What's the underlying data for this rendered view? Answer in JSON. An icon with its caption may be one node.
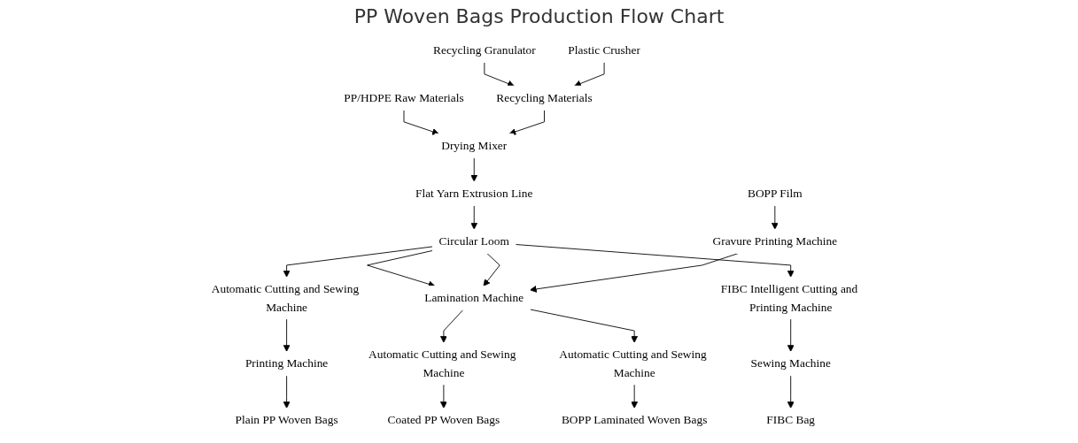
{
  "diagram": {
    "title": "PP Woven Bags Production Flow Chart",
    "nodes": [
      {
        "text": [
          "PP/HDPE Raw Materials"
        ]
      },
      {
        "text": [
          "Drying Mixer"
        ]
      },
      {
        "text": [
          "Recycling Materials"
        ]
      },
      {
        "text": [
          "Recycling Granulator"
        ]
      },
      {
        "text": [
          "Plastic Crusher"
        ]
      },
      {
        "text": [
          "Flat Yarn Extrusion Line"
        ]
      },
      {
        "text": [
          "Circular Loom"
        ]
      },
      {
        "text": [
          "BOPP Film"
        ]
      },
      {
        "text": [
          "Gravure Printing Machine"
        ]
      },
      {
        "text": [
          "Automatic Cutting and Sewing Machine"
        ]
      },
      {
        "text": [
          "Lamination Machine"
        ]
      },
      {
        "text": [
          "FIBC Intelligent Cutting and Printing Machine"
        ]
      },
      {
        "text": [
          "Printing Machine"
        ]
      },
      {
        "text": [
          "Automatic Cutting and Sewing Machine"
        ]
      },
      {
        "text": [
          "Automatic Cutting and Sewing Machine"
        ]
      },
      {
        "text": [
          "Sewing Machine"
        ]
      },
      {
        "text": [
          "Plain PP Woven Bags"
        ]
      },
      {
        "text": [
          "Coated PP Woven Bags"
        ]
      },
      {
        "text": [
          "BOPP Laminated Woven Bags"
        ]
      },
      {
        "text": [
          "FIBC Bag"
        ]
      }
    ],
    "edges": [
      {
        "from": 0,
        "to": 1,
        "arrow": "to"
      },
      {
        "from": 2,
        "to": 1,
        "arrow": "to"
      },
      {
        "from": 3,
        "to": 2,
        "arrow": "to"
      },
      {
        "from": 4,
        "to": 2,
        "arrow": "to"
      },
      {
        "from": 1,
        "to": 5,
        "arrow": "to"
      },
      {
        "from": 5,
        "to": 6,
        "arrow": "to"
      },
      {
        "from": 6,
        "to": 9,
        "arrow": "to"
      },
      {
        "from": 6,
        "to": 10,
        "arrow": "to"
      },
      {
        "from": 6,
        "to": 10,
        "arrow": "to"
      },
      {
        "from": 6,
        "to": 11,
        "arrow": "to"
      },
      {
        "from": 7,
        "to": 8,
        "arrow": "to"
      },
      {
        "from": 8,
        "to": 10,
        "arrow": "to"
      },
      {
        "from": 9,
        "to": 12,
        "arrow": "to"
      },
      {
        "from": 12,
        "to": 16,
        "arrow": "to"
      },
      {
        "from": 10,
        "to": 13,
        "arrow": "to"
      },
      {
        "from": 10,
        "to": 14,
        "arrow": "to"
      },
      {
        "from": 11,
        "to": 15,
        "arrow": "to"
      },
      {
        "from": 13,
        "to": 17,
        "arrow": "to"
      },
      {
        "from": 14,
        "to": 18,
        "arrow": "to"
      },
      {
        "from": 15,
        "to": 19,
        "arrow": "to"
      }
    ]
  }
}
